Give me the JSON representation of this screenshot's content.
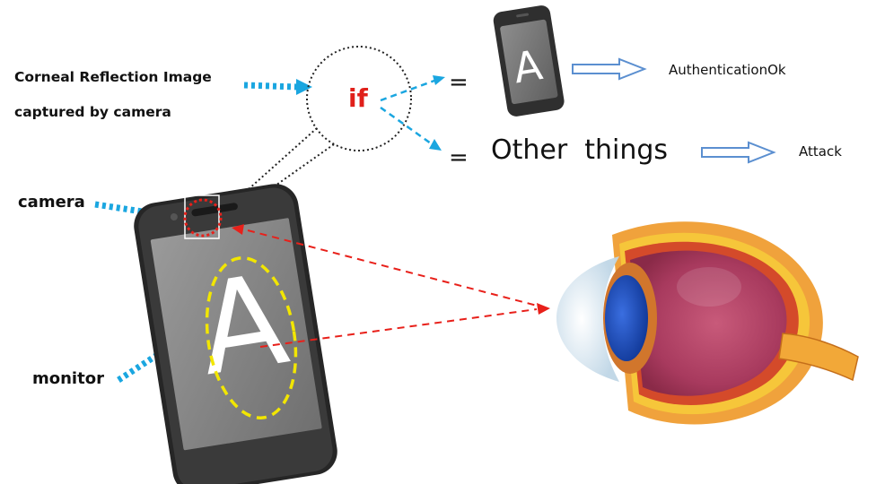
{
  "labels": {
    "corneal_line1": "Corneal Reflection Image",
    "corneal_line2": "captured by camera",
    "camera": "camera",
    "monitor": "monitor",
    "if_word": "if",
    "equals_top": "=",
    "equals_bottom": "=",
    "screen_letter_small": "A",
    "screen_letter_large": "A",
    "other_things": "Other  things",
    "authentication_ok": "AuthenticationOk",
    "attack": "Attack"
  },
  "colors": {
    "cyan_arrow": "#1aa6e0",
    "red_dash": "#e8201a",
    "if_red": "#e0201a",
    "yellow_ellipse": "#f2e600",
    "blue_outline_arrow": "#5b8fd0",
    "phone_body": "#2b2b2b",
    "phone_screen": "#8a8a8a"
  },
  "icons": {
    "phone": "smartphone-icon",
    "eye": "eye-anatomy-icon"
  }
}
